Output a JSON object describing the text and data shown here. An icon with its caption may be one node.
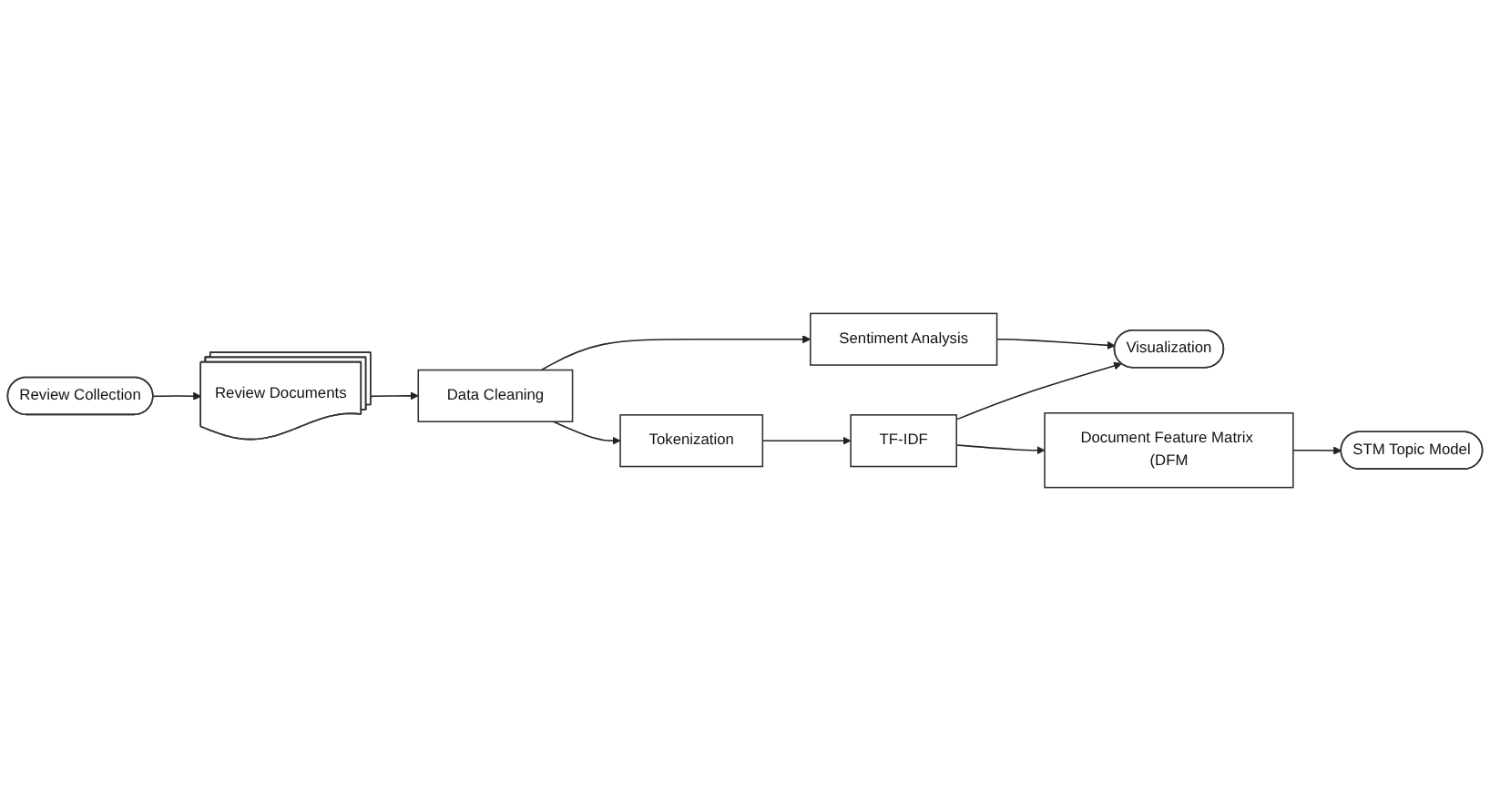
{
  "diagram": {
    "nodes": [
      {
        "text": [
          "Review Collection"
        ]
      },
      {
        "text": [
          "Review Documents"
        ]
      },
      {
        "text": [
          "Data Cleaning"
        ]
      },
      {
        "text": [
          "Tokenization"
        ]
      },
      {
        "text": [
          "Sentiment Analysis"
        ]
      },
      {
        "text": [
          "Visualization"
        ]
      },
      {
        "text": [
          "TF-IDF"
        ]
      },
      {
        "text": [
          "Document Feature Matrix (DFM"
        ]
      },
      {
        "text": [
          "STM Topic Model"
        ]
      }
    ],
    "edges": [
      {
        "from": 0,
        "to": 1,
        "arrow": "to"
      },
      {
        "from": 1,
        "to": 2,
        "arrow": "to"
      },
      {
        "from": 2,
        "to": 3,
        "arrow": "to"
      },
      {
        "from": 2,
        "to": 4,
        "arrow": "to"
      },
      {
        "from": 3,
        "to": 6,
        "arrow": "to"
      },
      {
        "from": 4,
        "to": 5,
        "arrow": "to"
      },
      {
        "from": 6,
        "to": 5,
        "arrow": "to"
      },
      {
        "from": 6,
        "to": 7,
        "arrow": "to"
      },
      {
        "from": 7,
        "to": 8,
        "arrow": "to"
      }
    ]
  }
}
